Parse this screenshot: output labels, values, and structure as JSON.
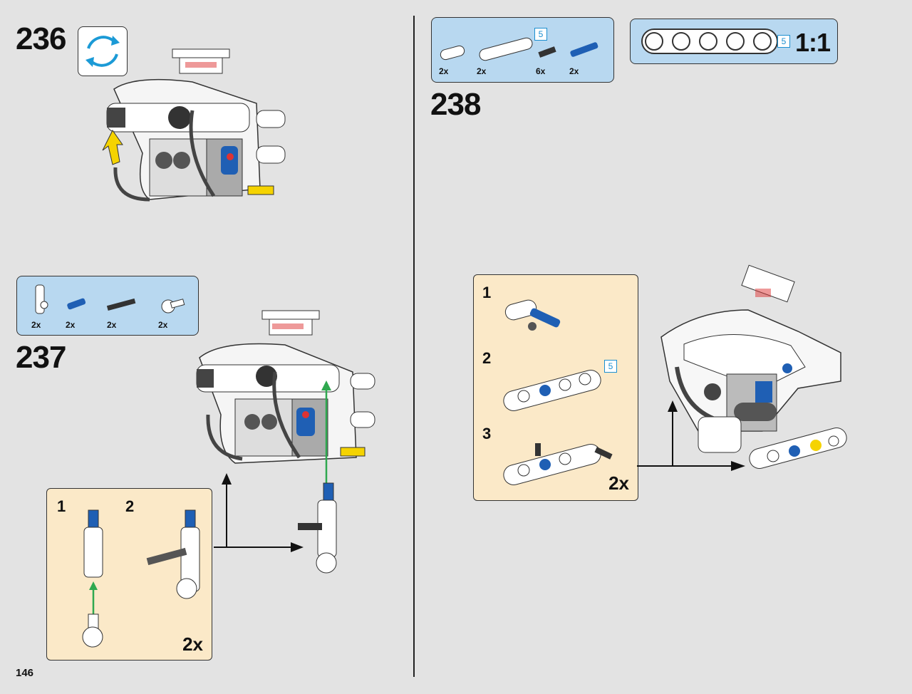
{
  "page": {
    "number": "146"
  },
  "steps": {
    "s236": {
      "number": "236"
    },
    "s237": {
      "number": "237",
      "parts": [
        {
          "qty": "2x"
        },
        {
          "qty": "2x"
        },
        {
          "qty": "2x"
        },
        {
          "qty": "2x"
        }
      ],
      "sub": {
        "step1": "1",
        "step2": "2",
        "multiplier": "2x"
      }
    },
    "s238": {
      "number": "238",
      "parts": [
        {
          "qty": "2x"
        },
        {
          "qty": "2x"
        },
        {
          "qty": "6x"
        },
        {
          "qty": "2x"
        }
      ],
      "beam_length": "5",
      "sub": {
        "step1": "1",
        "step2": "2",
        "step3": "3",
        "multiplier": "2x",
        "beam_length": "5"
      }
    }
  },
  "scale_ref": {
    "label": "1:1",
    "beam_length": "5"
  },
  "colors": {
    "background": "#e3e3e3",
    "parts_box": "#b8d8f0",
    "sub_box": "#fbe9c8",
    "pin_blue": "#1f5fb4",
    "arrow_green": "#2fa84f",
    "arrow_yellow": "#f5d300"
  }
}
